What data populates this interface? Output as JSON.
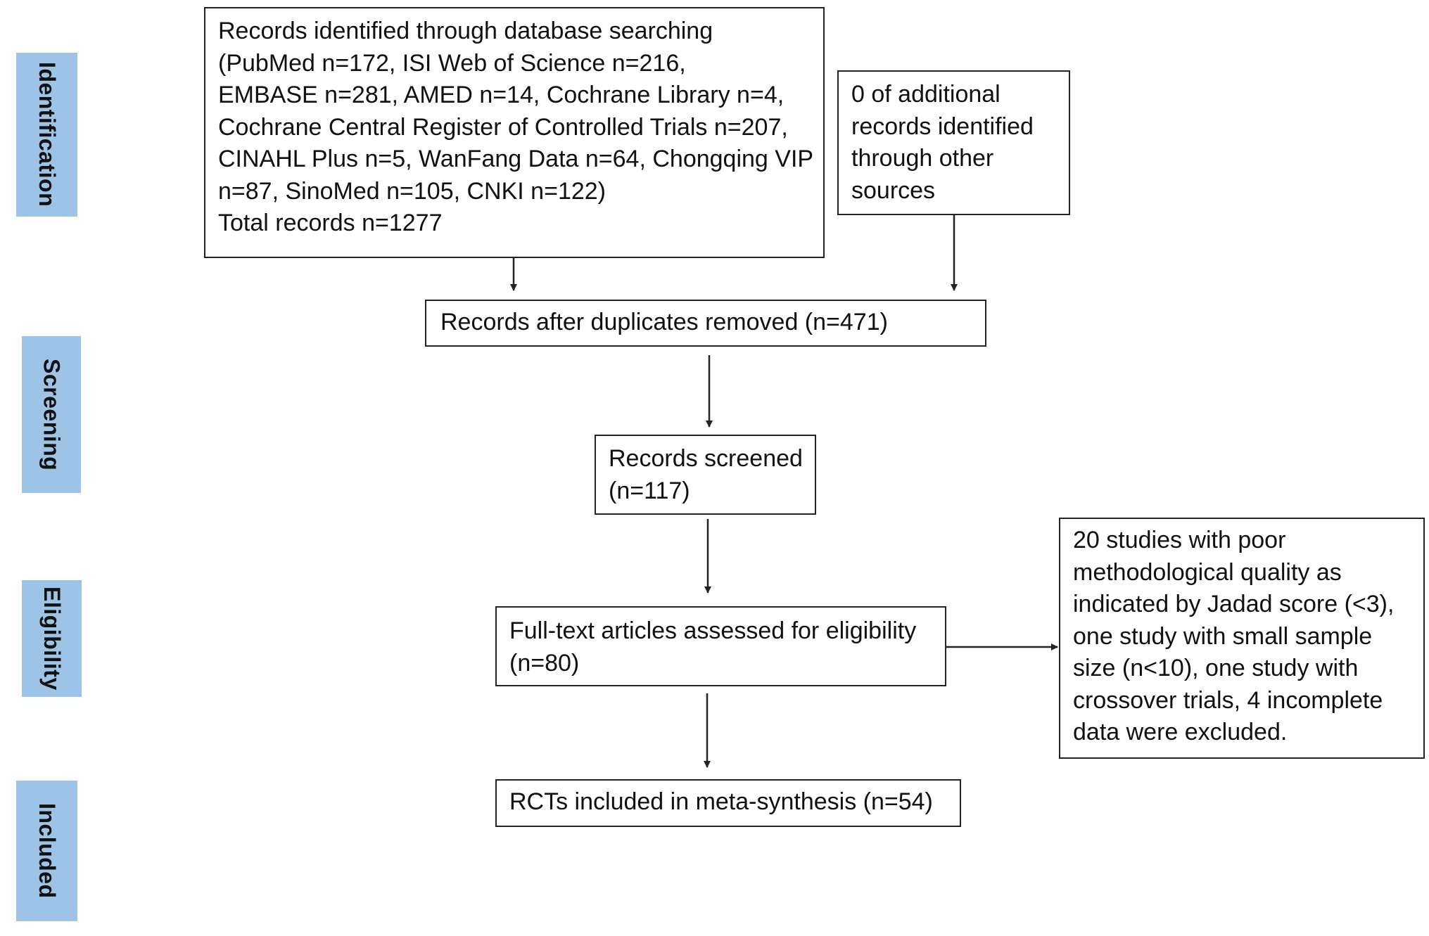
{
  "stages": {
    "identification": "Identification",
    "screening": "Screening",
    "eligibility": "Eligibility",
    "included": "Included"
  },
  "boxes": {
    "database_search": [
      "Records identified through database searching",
      "(PubMed n=172, ISI Web of Science n=216,",
      "EMBASE n=281, AMED n=14, Cochrane Library n=4,",
      "Cochrane Central Register of Controlled Trials n=207,",
      "CINAHL Plus n=5, WanFang Data n=64, Chongqing VIP",
      "n=87, SinoMed n=105, CNKI n=122)",
      "Total records n=1277"
    ],
    "other_sources": [
      "0 of additional",
      "records identified",
      "through other",
      "sources"
    ],
    "duplicates_removed": [
      "Records after duplicates removed (n=471)"
    ],
    "screened": [
      "Records screened",
      "(n=117)"
    ],
    "full_text": [
      "Full-text articles assessed for eligibility",
      "(n=80)"
    ],
    "excluded": [
      "20 studies with poor",
      "methodological quality as",
      "indicated by Jadad score (<3),",
      "one study with small sample",
      "size (n<10), one study with",
      "crossover trials, 4 incomplete",
      "data were excluded."
    ],
    "included": [
      "RCTs included in meta-synthesis (n=54)"
    ]
  },
  "colors": {
    "stage_fill": "#9dc3e6",
    "box_border": "#222222",
    "arrow": "#222222"
  }
}
